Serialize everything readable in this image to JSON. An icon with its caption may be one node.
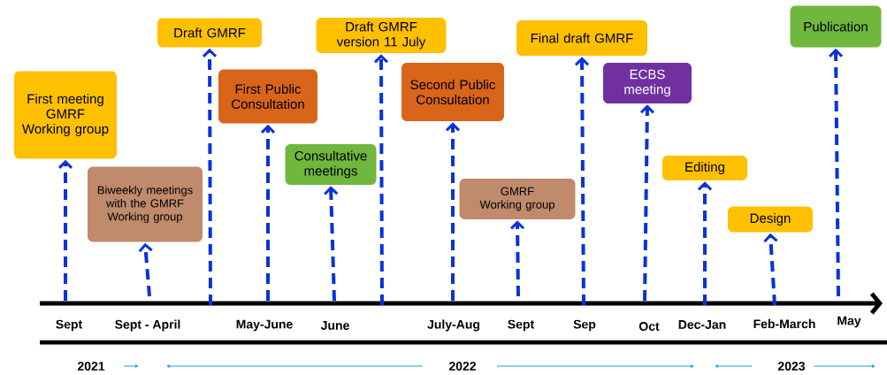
{
  "diagram": {
    "nodes": [
      {
        "text": [
          "First meeting GMRF Working group"
        ]
      },
      {
        "text": [
          "Biweekly meetings with the GMRF Working group"
        ]
      },
      {
        "text": [
          "Draft GMRF"
        ]
      },
      {
        "text": [
          "First Public Consultation"
        ]
      },
      {
        "text": [
          "Consultative meetings"
        ]
      },
      {
        "text": [
          "Draft GMRF version 11 July"
        ]
      },
      {
        "text": [
          "Second Public Consultation"
        ]
      },
      {
        "text": [
          "GMRF Working group"
        ]
      },
      {
        "text": [
          "Final draft GMRF"
        ]
      },
      {
        "text": [
          "ECBS meeting"
        ]
      },
      {
        "text": [
          "Editing"
        ]
      },
      {
        "text": [
          "Design"
        ]
      },
      {
        "text": [
          "Publication"
        ]
      }
    ],
    "edges": [
      {
        "from": null,
        "to": 0,
        "arrow": "to"
      },
      {
        "from": null,
        "to": 1,
        "arrow": "to"
      },
      {
        "from": null,
        "to": 2,
        "arrow": "to"
      },
      {
        "from": null,
        "to": 3,
        "arrow": "to"
      },
      {
        "from": null,
        "to": 4,
        "arrow": "to"
      },
      {
        "from": null,
        "to": 5,
        "arrow": "to"
      },
      {
        "from": null,
        "to": 6,
        "arrow": "to"
      },
      {
        "from": null,
        "to": 7,
        "arrow": "to"
      },
      {
        "from": null,
        "to": 8,
        "arrow": "to"
      },
      {
        "from": null,
        "to": 9,
        "arrow": "to"
      },
      {
        "from": null,
        "to": 10,
        "arrow": "to"
      },
      {
        "from": null,
        "to": 11,
        "arrow": "to"
      },
      {
        "from": null,
        "to": 12,
        "arrow": "to"
      }
    ],
    "labels": [
      "Sept",
      "Sept - April",
      "May-June",
      "June",
      "July-Aug",
      "Sept",
      "Sep",
      "Oct",
      "Dec-Jan",
      "Feb-March",
      "May",
      "2021",
      "2022",
      "2023"
    ]
  }
}
